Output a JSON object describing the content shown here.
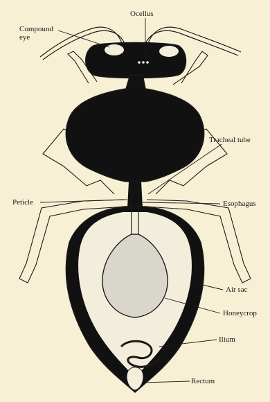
{
  "labels": {
    "ocellus": "Ocellus",
    "compound_eye": "Compound eye",
    "tracheal_tube": "Tracheal tube",
    "peticle": "Peticle",
    "esophagus": "Esophagus",
    "air_sac": "Air sac",
    "honeycrop": "Honeycrop",
    "ilium": "Ilium",
    "rectum": "Rectum"
  },
  "colors": {
    "background": "#f7f0d4",
    "body_black": "#111111",
    "outline": "#1a1a1a",
    "tissue": "#f3eddc",
    "crop": "#d9d6cc"
  }
}
